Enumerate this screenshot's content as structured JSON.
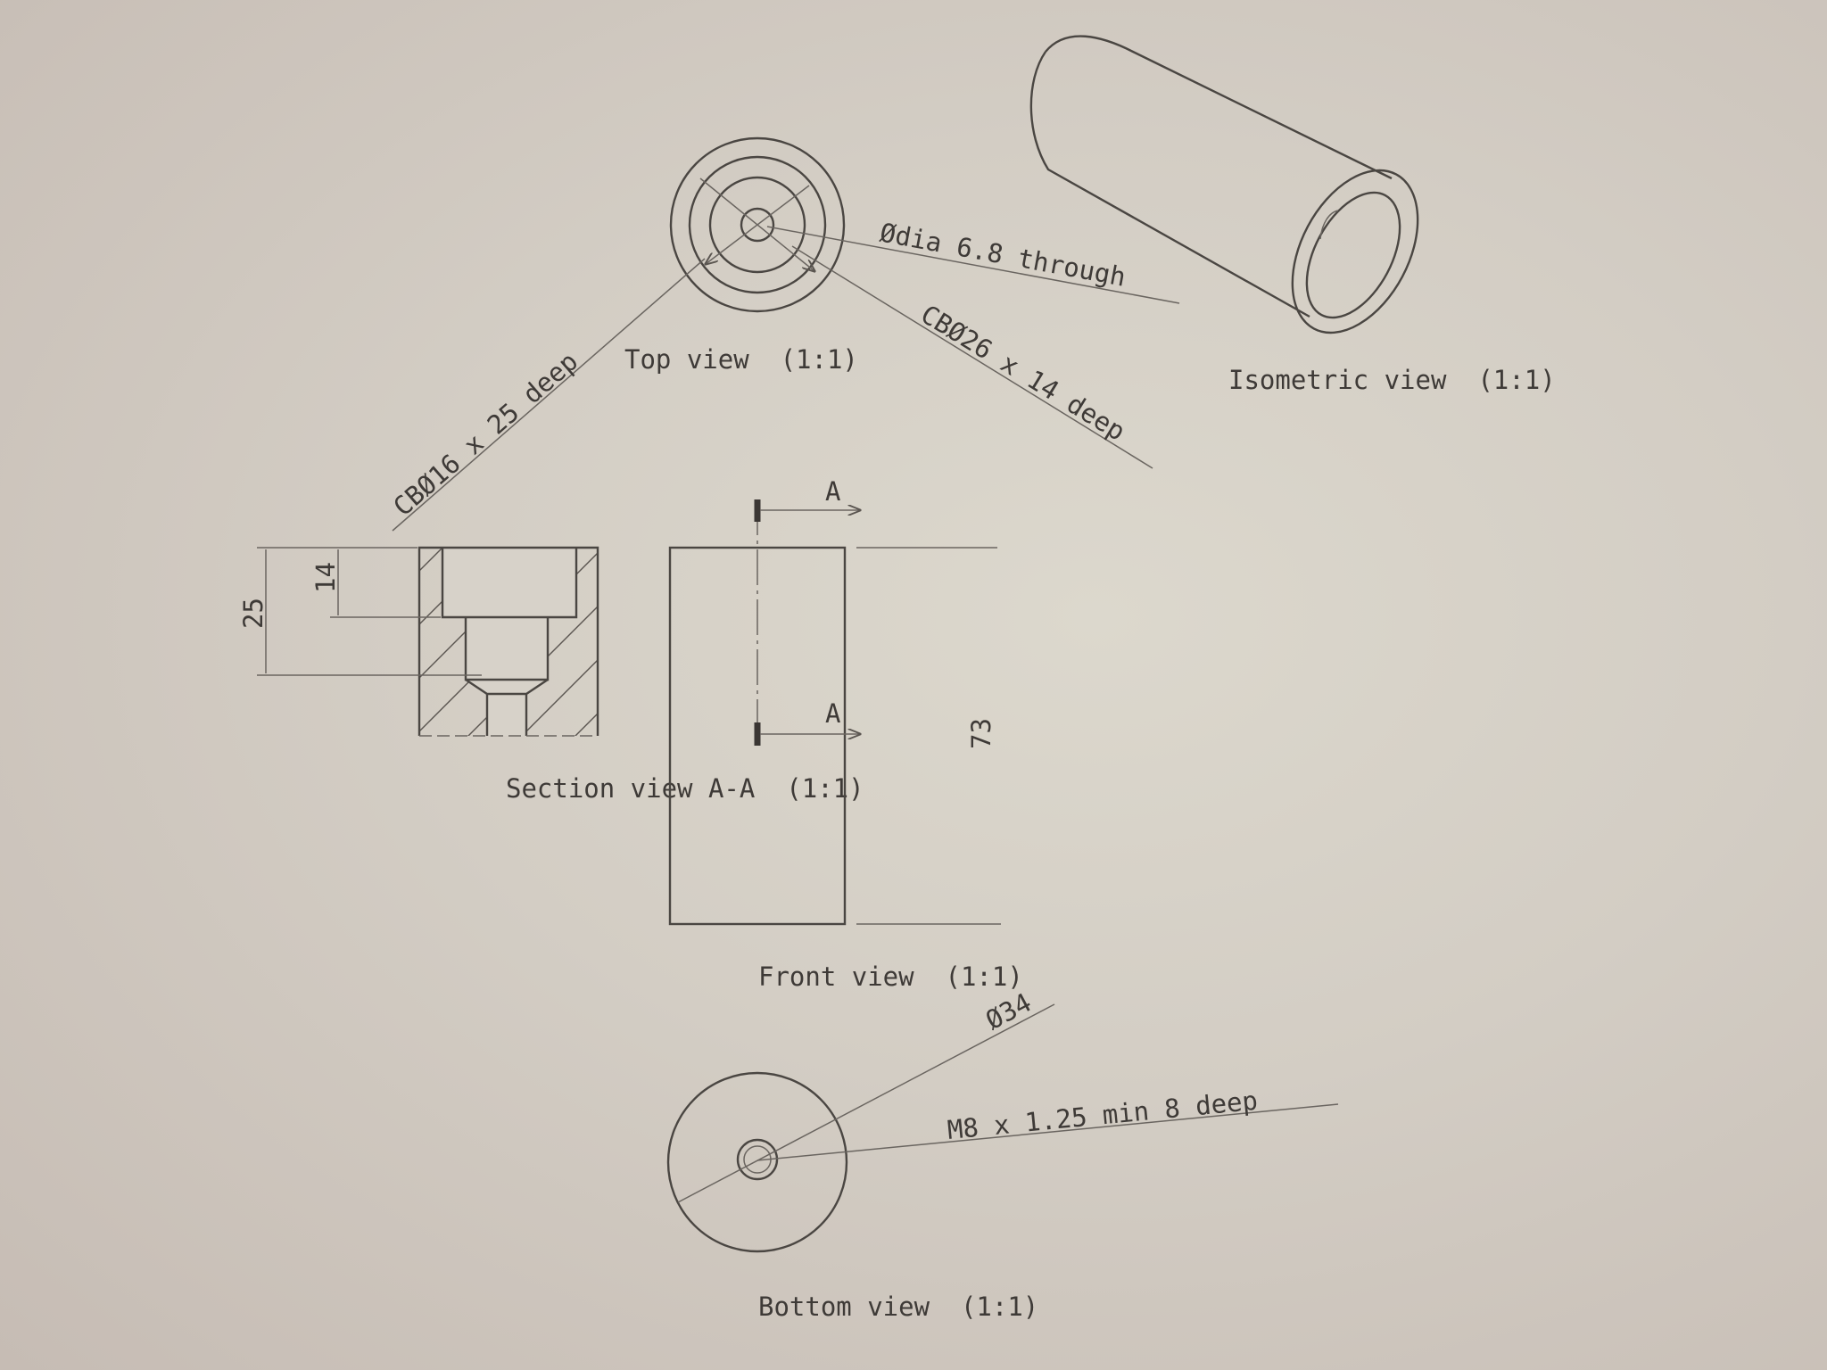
{
  "views": {
    "top": {
      "label": "Top view  (1:1)",
      "note_through": "Ødia 6.8 through",
      "note_cb26": "CBØ26 x 14 deep",
      "note_cb16": "CBØ16 x 25 deep"
    },
    "isometric": {
      "label": "Isometric view  (1:1)"
    },
    "section": {
      "label": "Section view A-A  (1:1)",
      "dim_25": "25",
      "dim_14": "14"
    },
    "front": {
      "label": "Front view  (1:1)",
      "dim_73": "73",
      "section_mark_top": "A",
      "section_mark_bottom": "A"
    },
    "bottom": {
      "label": "Bottom view  (1:1)",
      "dim_dia": "Ø34",
      "note_thread": "M8 x 1.25 min 8 deep"
    }
  }
}
